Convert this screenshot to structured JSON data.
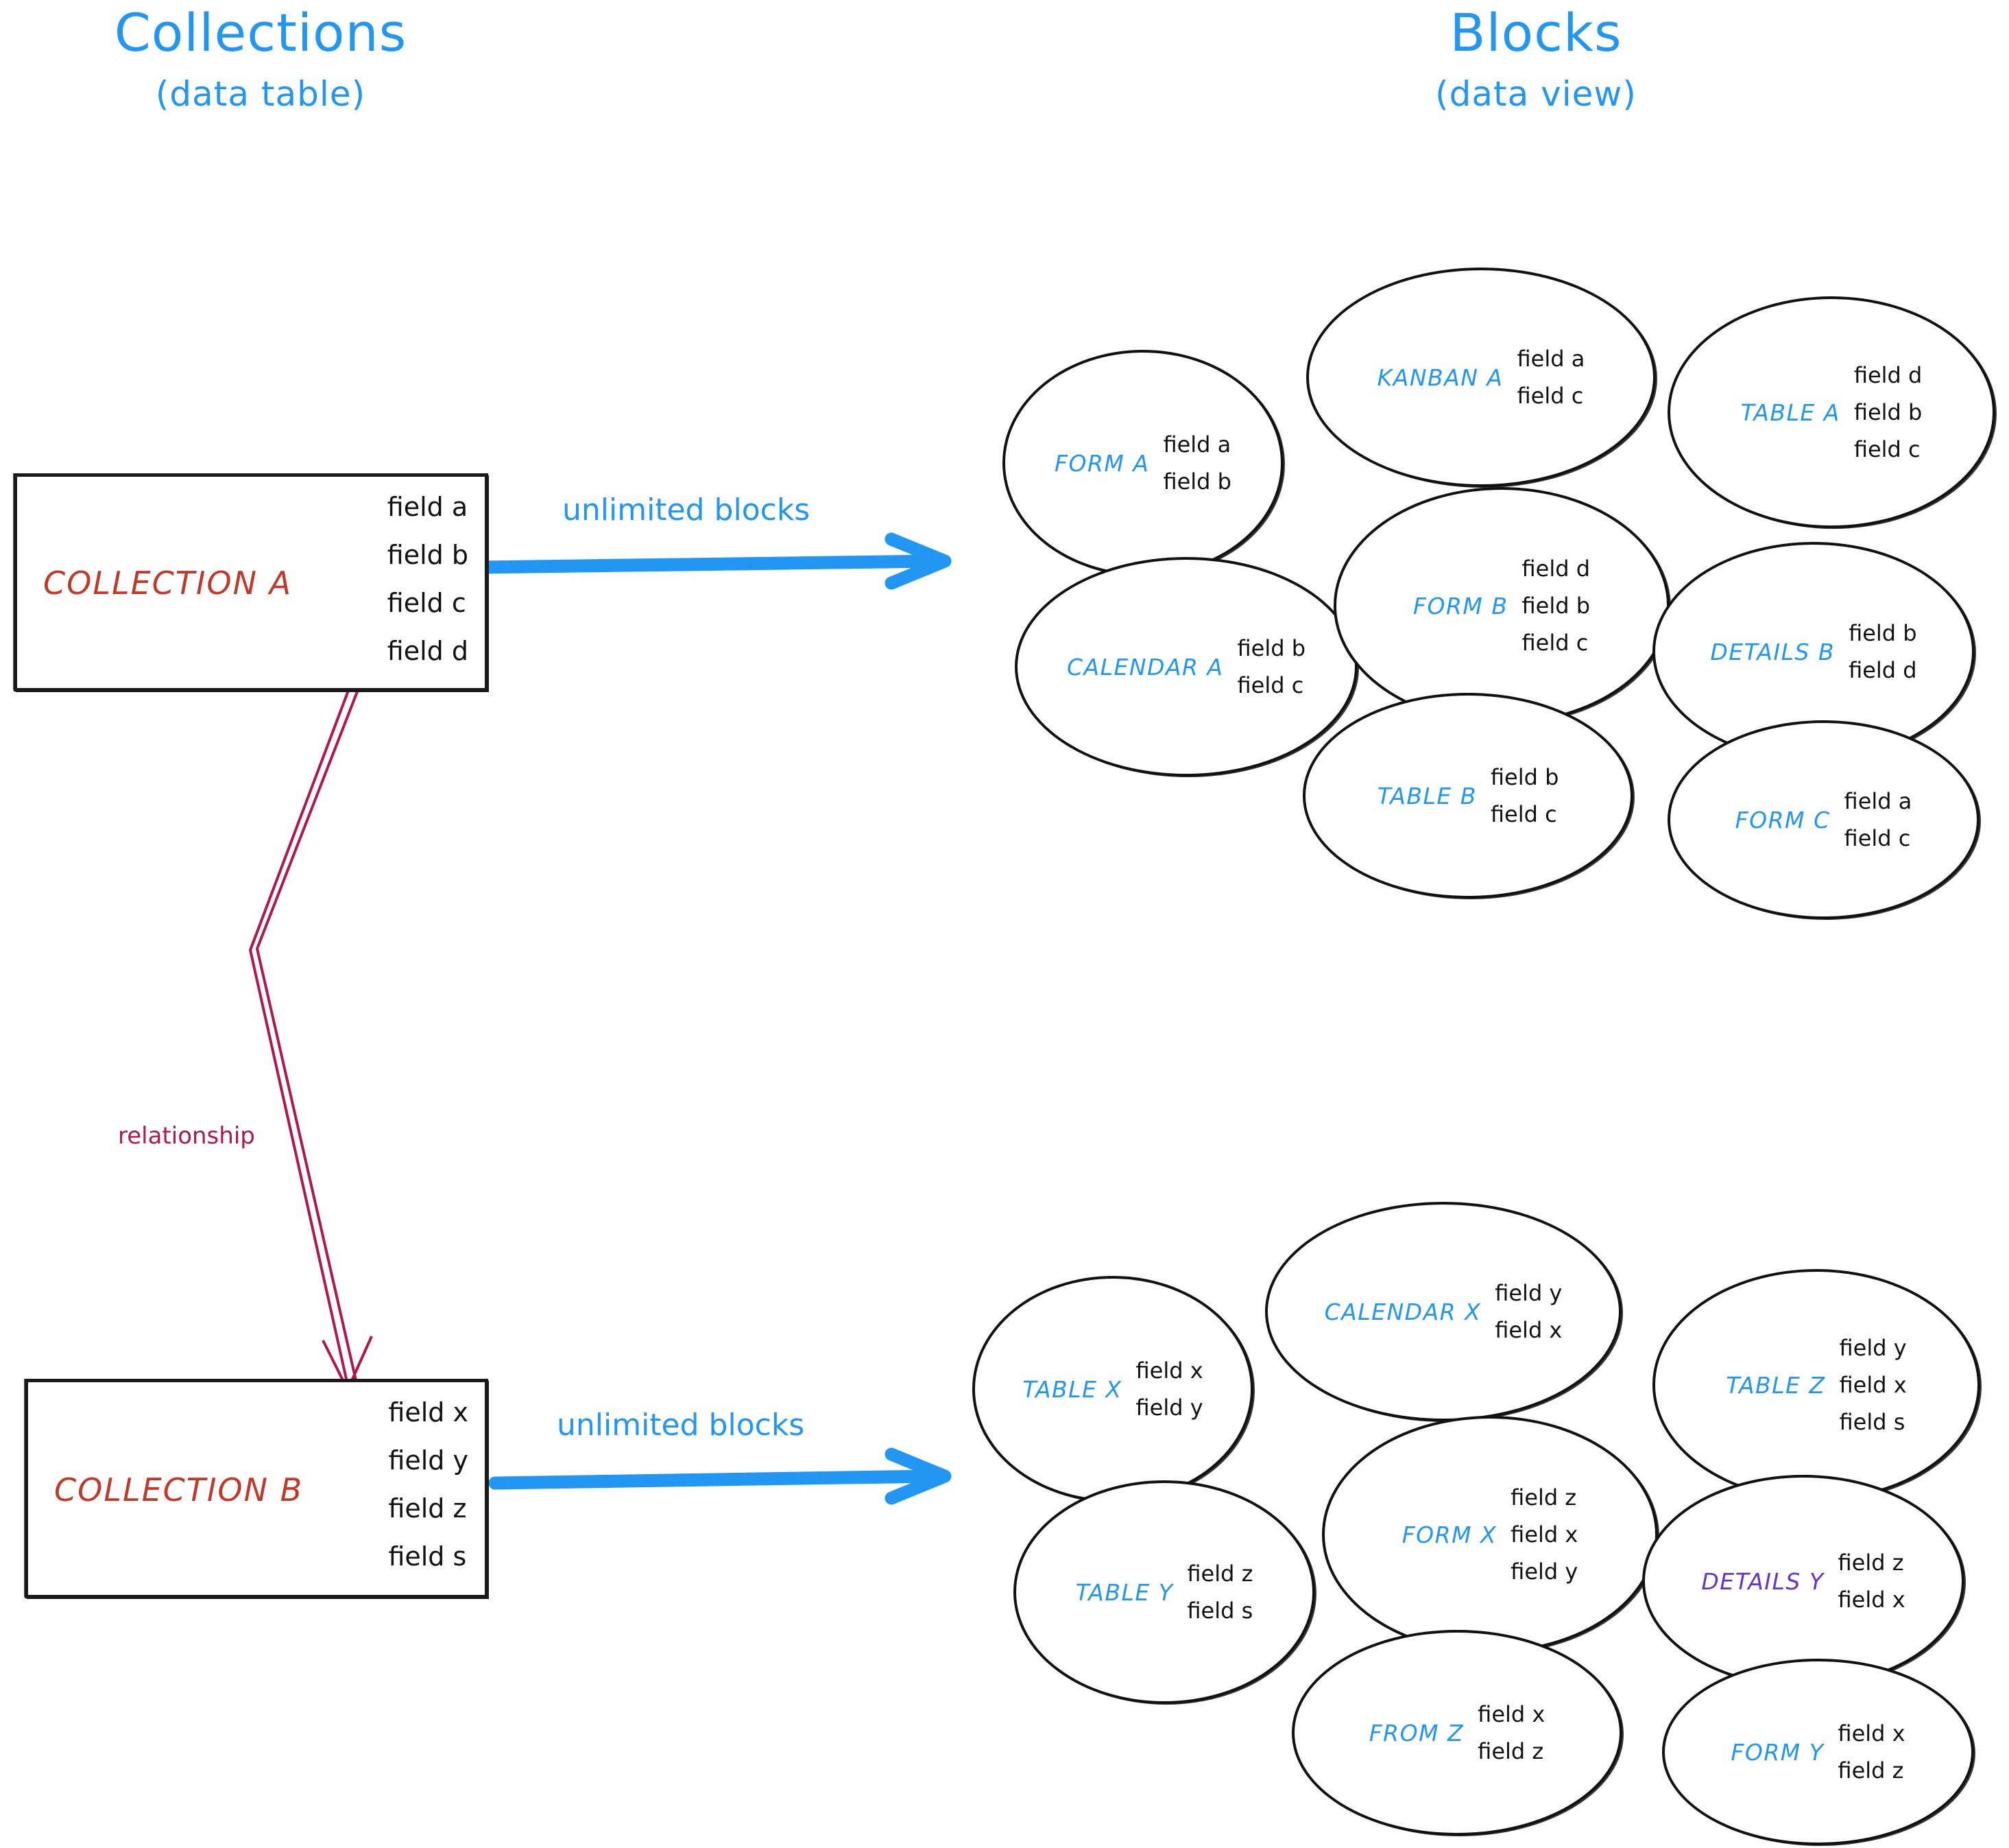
{
  "headings": {
    "left": {
      "title": "Collections",
      "subtitle": "(data table)"
    },
    "right": {
      "title": "Blocks",
      "subtitle": "(data view)"
    }
  },
  "colors": {
    "accent_blue": "#2196f3",
    "collection_red": "#c0392b",
    "relationship_crimson": "#b0184c",
    "details_purple": "#6633cc",
    "ink_black": "#111111"
  },
  "collections": [
    {
      "name": "COLLECTION A",
      "fields": [
        "field a",
        "field b",
        "field c",
        "field d"
      ]
    },
    {
      "name": "COLLECTION B",
      "fields": [
        "field x",
        "field y",
        "field z",
        "field s"
      ]
    }
  ],
  "arrows": {
    "top_label": "unlimited blocks",
    "bottom_label": "unlimited blocks",
    "relationship_label": "relationship"
  },
  "block_groups": [
    {
      "source": "COLLECTION A",
      "blocks": [
        {
          "name": "FORM A",
          "color": "blue",
          "fields": [
            "field a",
            "field b"
          ]
        },
        {
          "name": "KANBAN A",
          "color": "blue",
          "fields": [
            "field a",
            "field c"
          ]
        },
        {
          "name": "TABLE A",
          "color": "blue",
          "fields": [
            "field d",
            "field b",
            "field c"
          ]
        },
        {
          "name": "CALENDAR A",
          "color": "blue",
          "fields": [
            "field b",
            "field c"
          ]
        },
        {
          "name": "FORM B",
          "color": "blue",
          "fields": [
            "field d",
            "field b",
            "field c"
          ]
        },
        {
          "name": "DETAILS B",
          "color": "blue",
          "fields": [
            "field b",
            "field d"
          ]
        },
        {
          "name": "TABLE B",
          "color": "blue",
          "fields": [
            "field b",
            "field c"
          ]
        },
        {
          "name": "FORM C",
          "color": "blue",
          "fields": [
            "field a",
            "field c"
          ]
        }
      ]
    },
    {
      "source": "COLLECTION B",
      "blocks": [
        {
          "name": "TABLE X",
          "color": "blue",
          "fields": [
            "field x",
            "field y"
          ]
        },
        {
          "name": "CALENDAR X",
          "color": "blue",
          "fields": [
            "field y",
            "field x"
          ]
        },
        {
          "name": "TABLE Z",
          "color": "blue",
          "fields": [
            "field y",
            "field x",
            "field s"
          ]
        },
        {
          "name": "TABLE Y",
          "color": "blue",
          "fields": [
            "field z",
            "field s"
          ]
        },
        {
          "name": "FORM X",
          "color": "blue",
          "fields": [
            "field z",
            "field x",
            "field y"
          ]
        },
        {
          "name": "DETAILS Y",
          "color": "purple",
          "fields": [
            "field z",
            "field x"
          ]
        },
        {
          "name": "FROM Z",
          "color": "blue",
          "fields": [
            "field x",
            "field z"
          ]
        },
        {
          "name": "FORM Y",
          "color": "blue",
          "fields": [
            "field x",
            "field z"
          ]
        }
      ]
    }
  ]
}
